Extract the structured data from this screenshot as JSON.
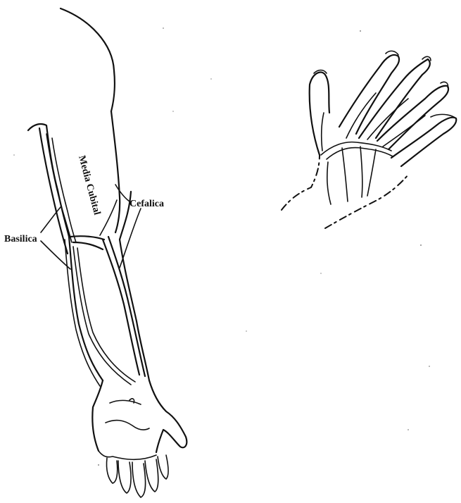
{
  "figure": {
    "labels": {
      "median_cubital": "Media Cubital",
      "cephalic": "Cefalica",
      "basilic": "Basilica"
    },
    "ink_color": "#111111",
    "background": "#ffffff"
  }
}
